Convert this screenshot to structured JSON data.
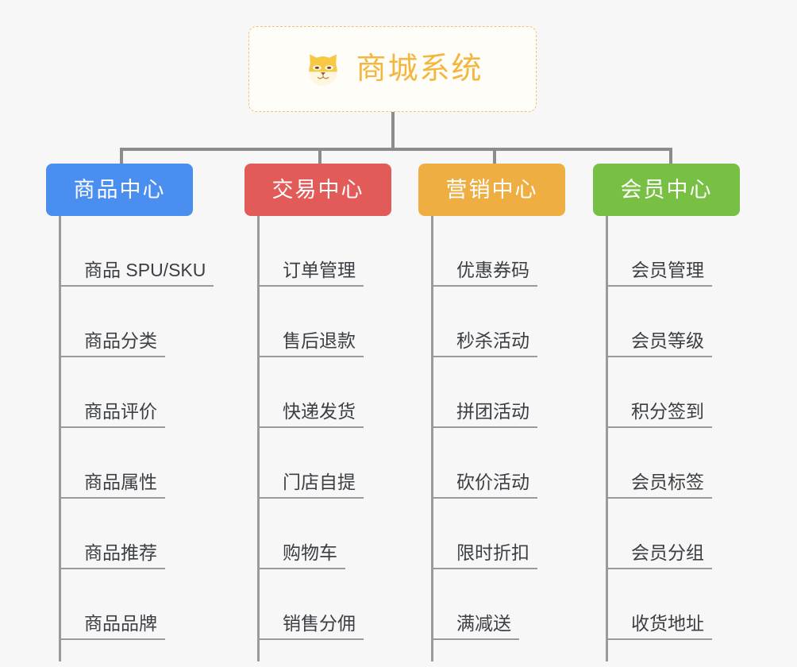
{
  "page": {
    "background": "#f7f7f7",
    "type": "org-chart"
  },
  "root": {
    "title": "商城系统",
    "icon": "shiba-dog-icon",
    "title_color": "#f3b63f",
    "border_color": "#f0c374",
    "background": "#fffdf8"
  },
  "columns": [
    {
      "header": "商品中心",
      "color": "#4a8ef0",
      "items": [
        "商品 SPU/SKU",
        "商品分类",
        "商品评价",
        "商品属性",
        "商品推荐",
        "商品品牌"
      ]
    },
    {
      "header": "交易中心",
      "color": "#e35b58",
      "items": [
        "订单管理",
        "售后退款",
        "快递发货",
        "门店自提",
        "购物车",
        "销售分佣"
      ]
    },
    {
      "header": "营销中心",
      "color": "#eeae42",
      "items": [
        "优惠券码",
        "秒杀活动",
        "拼团活动",
        "砍价活动",
        "限时折扣",
        "满减送"
      ]
    },
    {
      "header": "会员中心",
      "color": "#78c043",
      "items": [
        "会员管理",
        "会员等级",
        "积分签到",
        "会员标签",
        "会员分组",
        "收货地址"
      ]
    }
  ],
  "connector_color": "#8c8c8c"
}
